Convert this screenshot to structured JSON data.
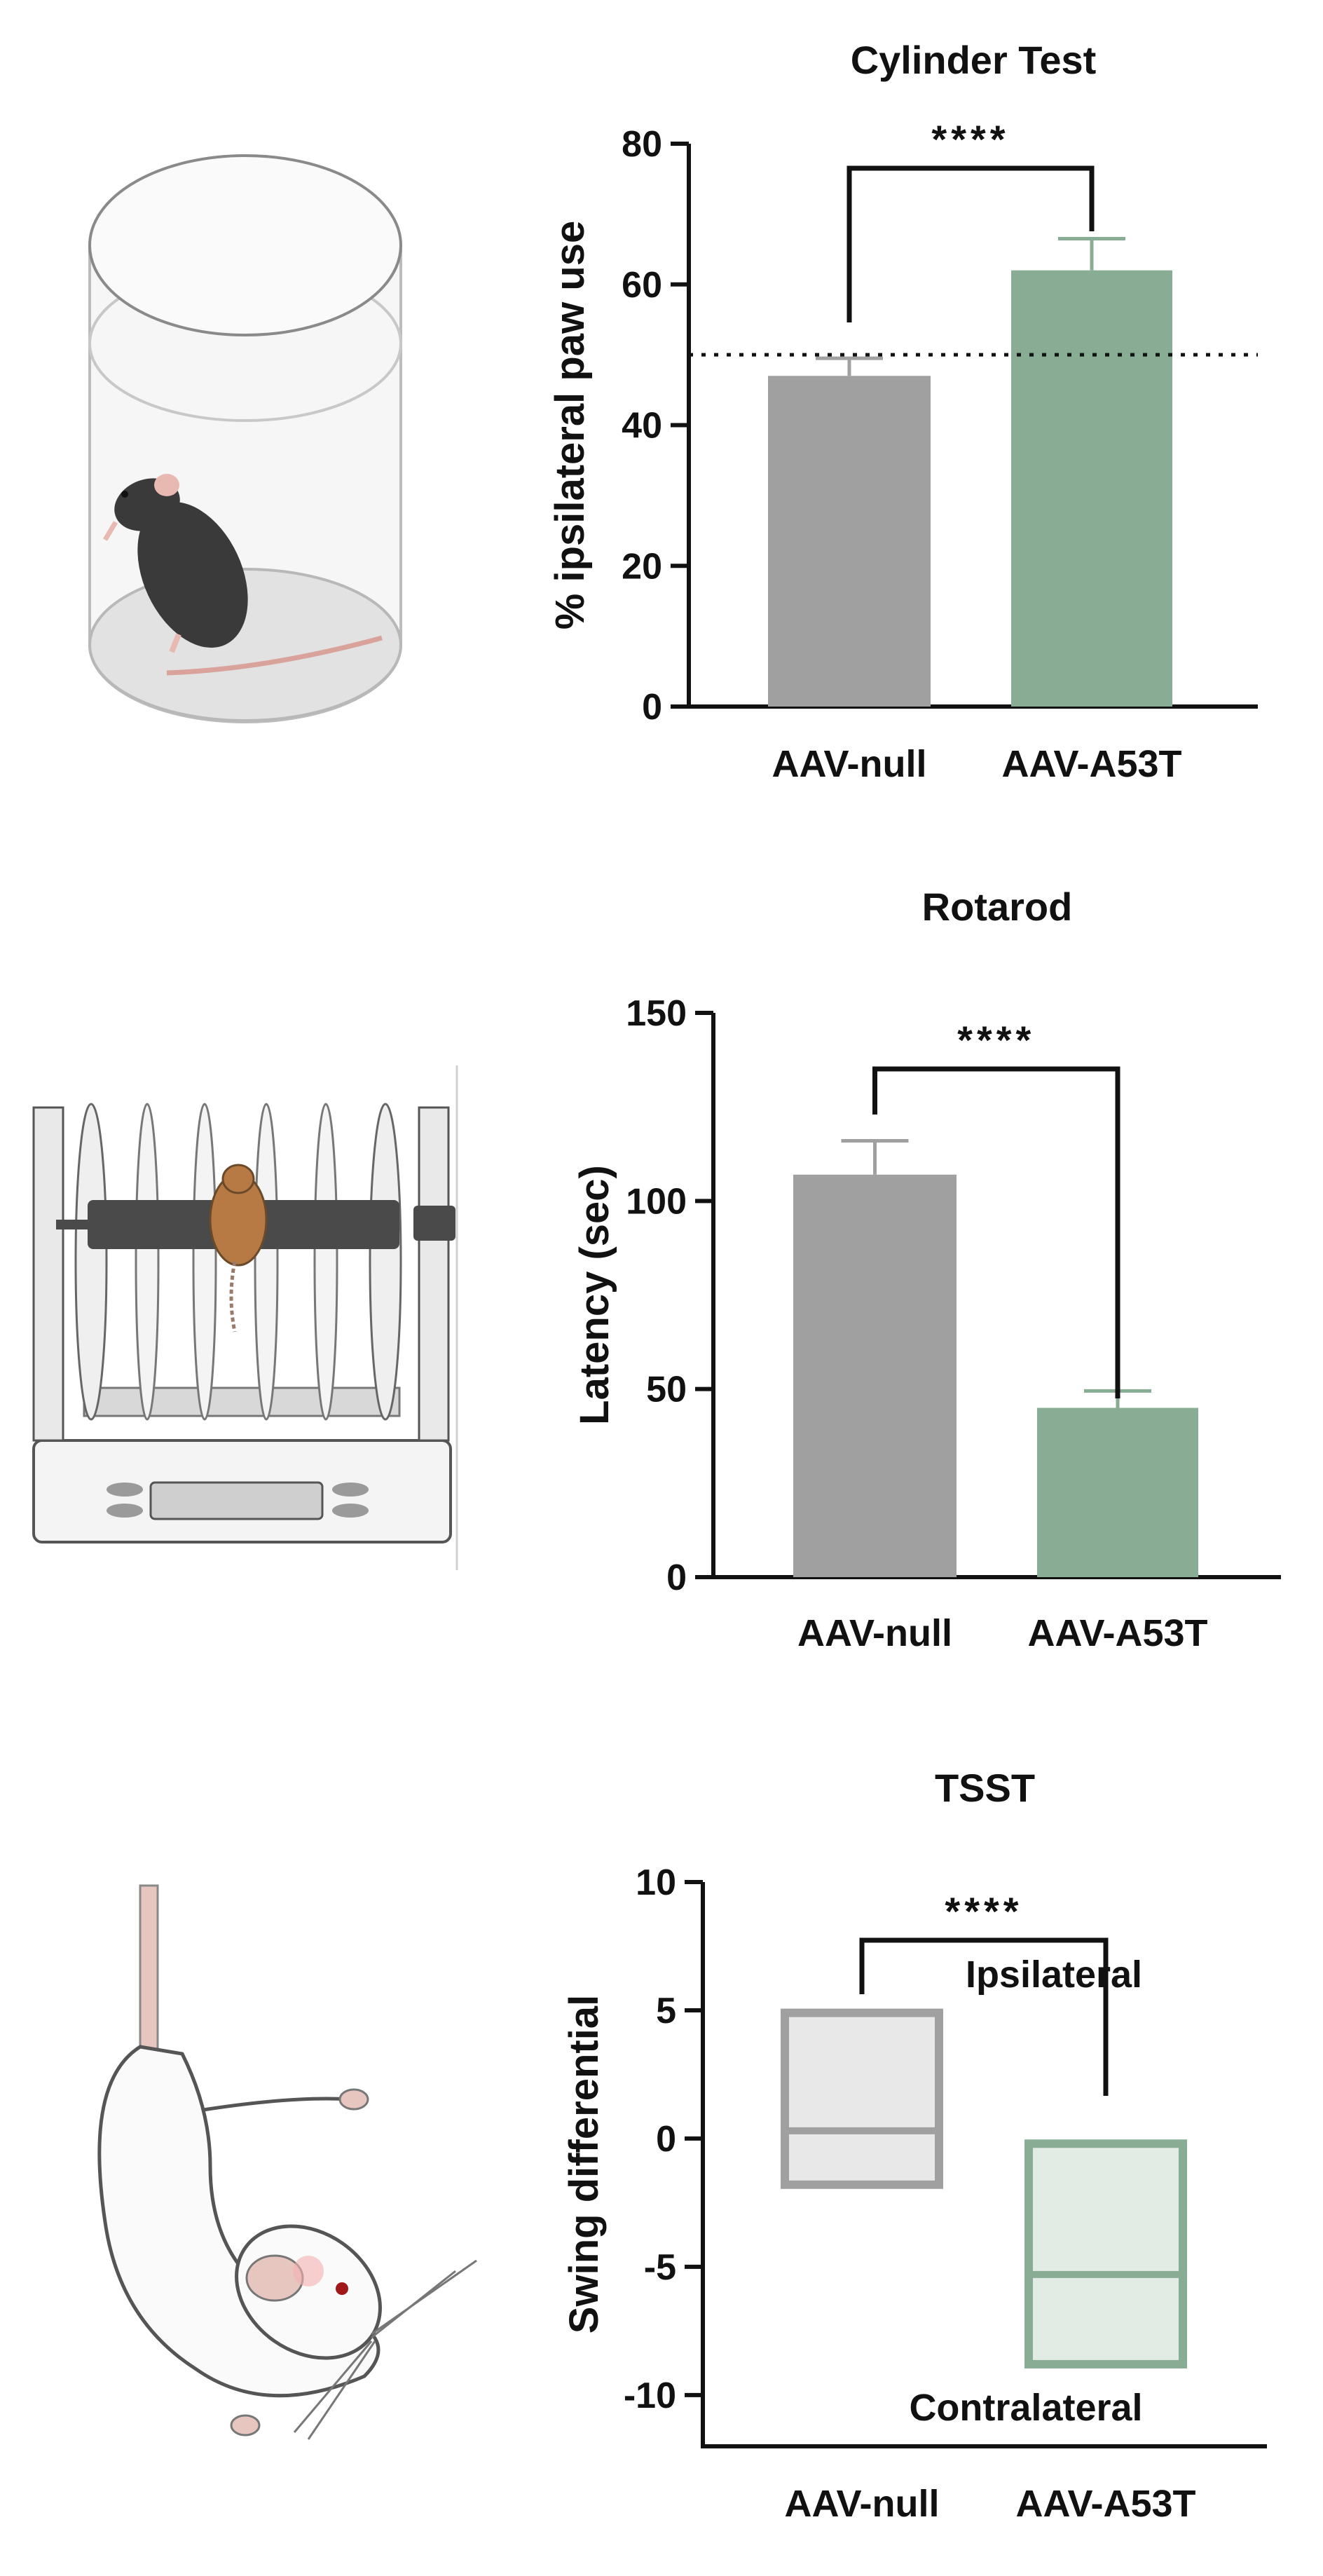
{
  "colors": {
    "null": "#a0a0a0",
    "a53t": "#88ad94",
    "axis": "#111111"
  },
  "chart_data": [
    {
      "type": "bar",
      "title": "Cylinder Test",
      "ylabel": "% ipsilateral paw use",
      "categories": [
        "AAV-null",
        "AAV-A53T"
      ],
      "values": [
        47,
        62
      ],
      "errors": [
        2.5,
        4.5
      ],
      "ylim": [
        0,
        80
      ],
      "yticks": [
        0,
        20,
        40,
        60,
        80
      ],
      "reference_line": 50,
      "significance": "****",
      "grid": false
    },
    {
      "type": "bar",
      "title": "Rotarod",
      "ylabel": "Latency (sec)",
      "categories": [
        "AAV-null",
        "AAV-A53T"
      ],
      "values": [
        107,
        45
      ],
      "errors": [
        9,
        4.5
      ],
      "ylim": [
        0,
        150
      ],
      "yticks": [
        0,
        50,
        100,
        150
      ],
      "significance": "****",
      "grid": false
    },
    {
      "type": "box",
      "title": "TSST",
      "ylabel": "Swing differential",
      "categories": [
        "AAV-null",
        "AAV-A53T"
      ],
      "boxes": [
        {
          "q1": -1.8,
          "median": 0.3,
          "q3": 4.9
        },
        {
          "q1": -8.8,
          "median": -5.3,
          "q3": -0.2
        }
      ],
      "ylim": [
        -12,
        10
      ],
      "yticks": [
        -10,
        -5,
        0,
        5,
        10
      ],
      "significance": "****",
      "annotations": {
        "top": "Ipsilateral",
        "bottom": "Contralateral"
      },
      "grid": false
    }
  ]
}
